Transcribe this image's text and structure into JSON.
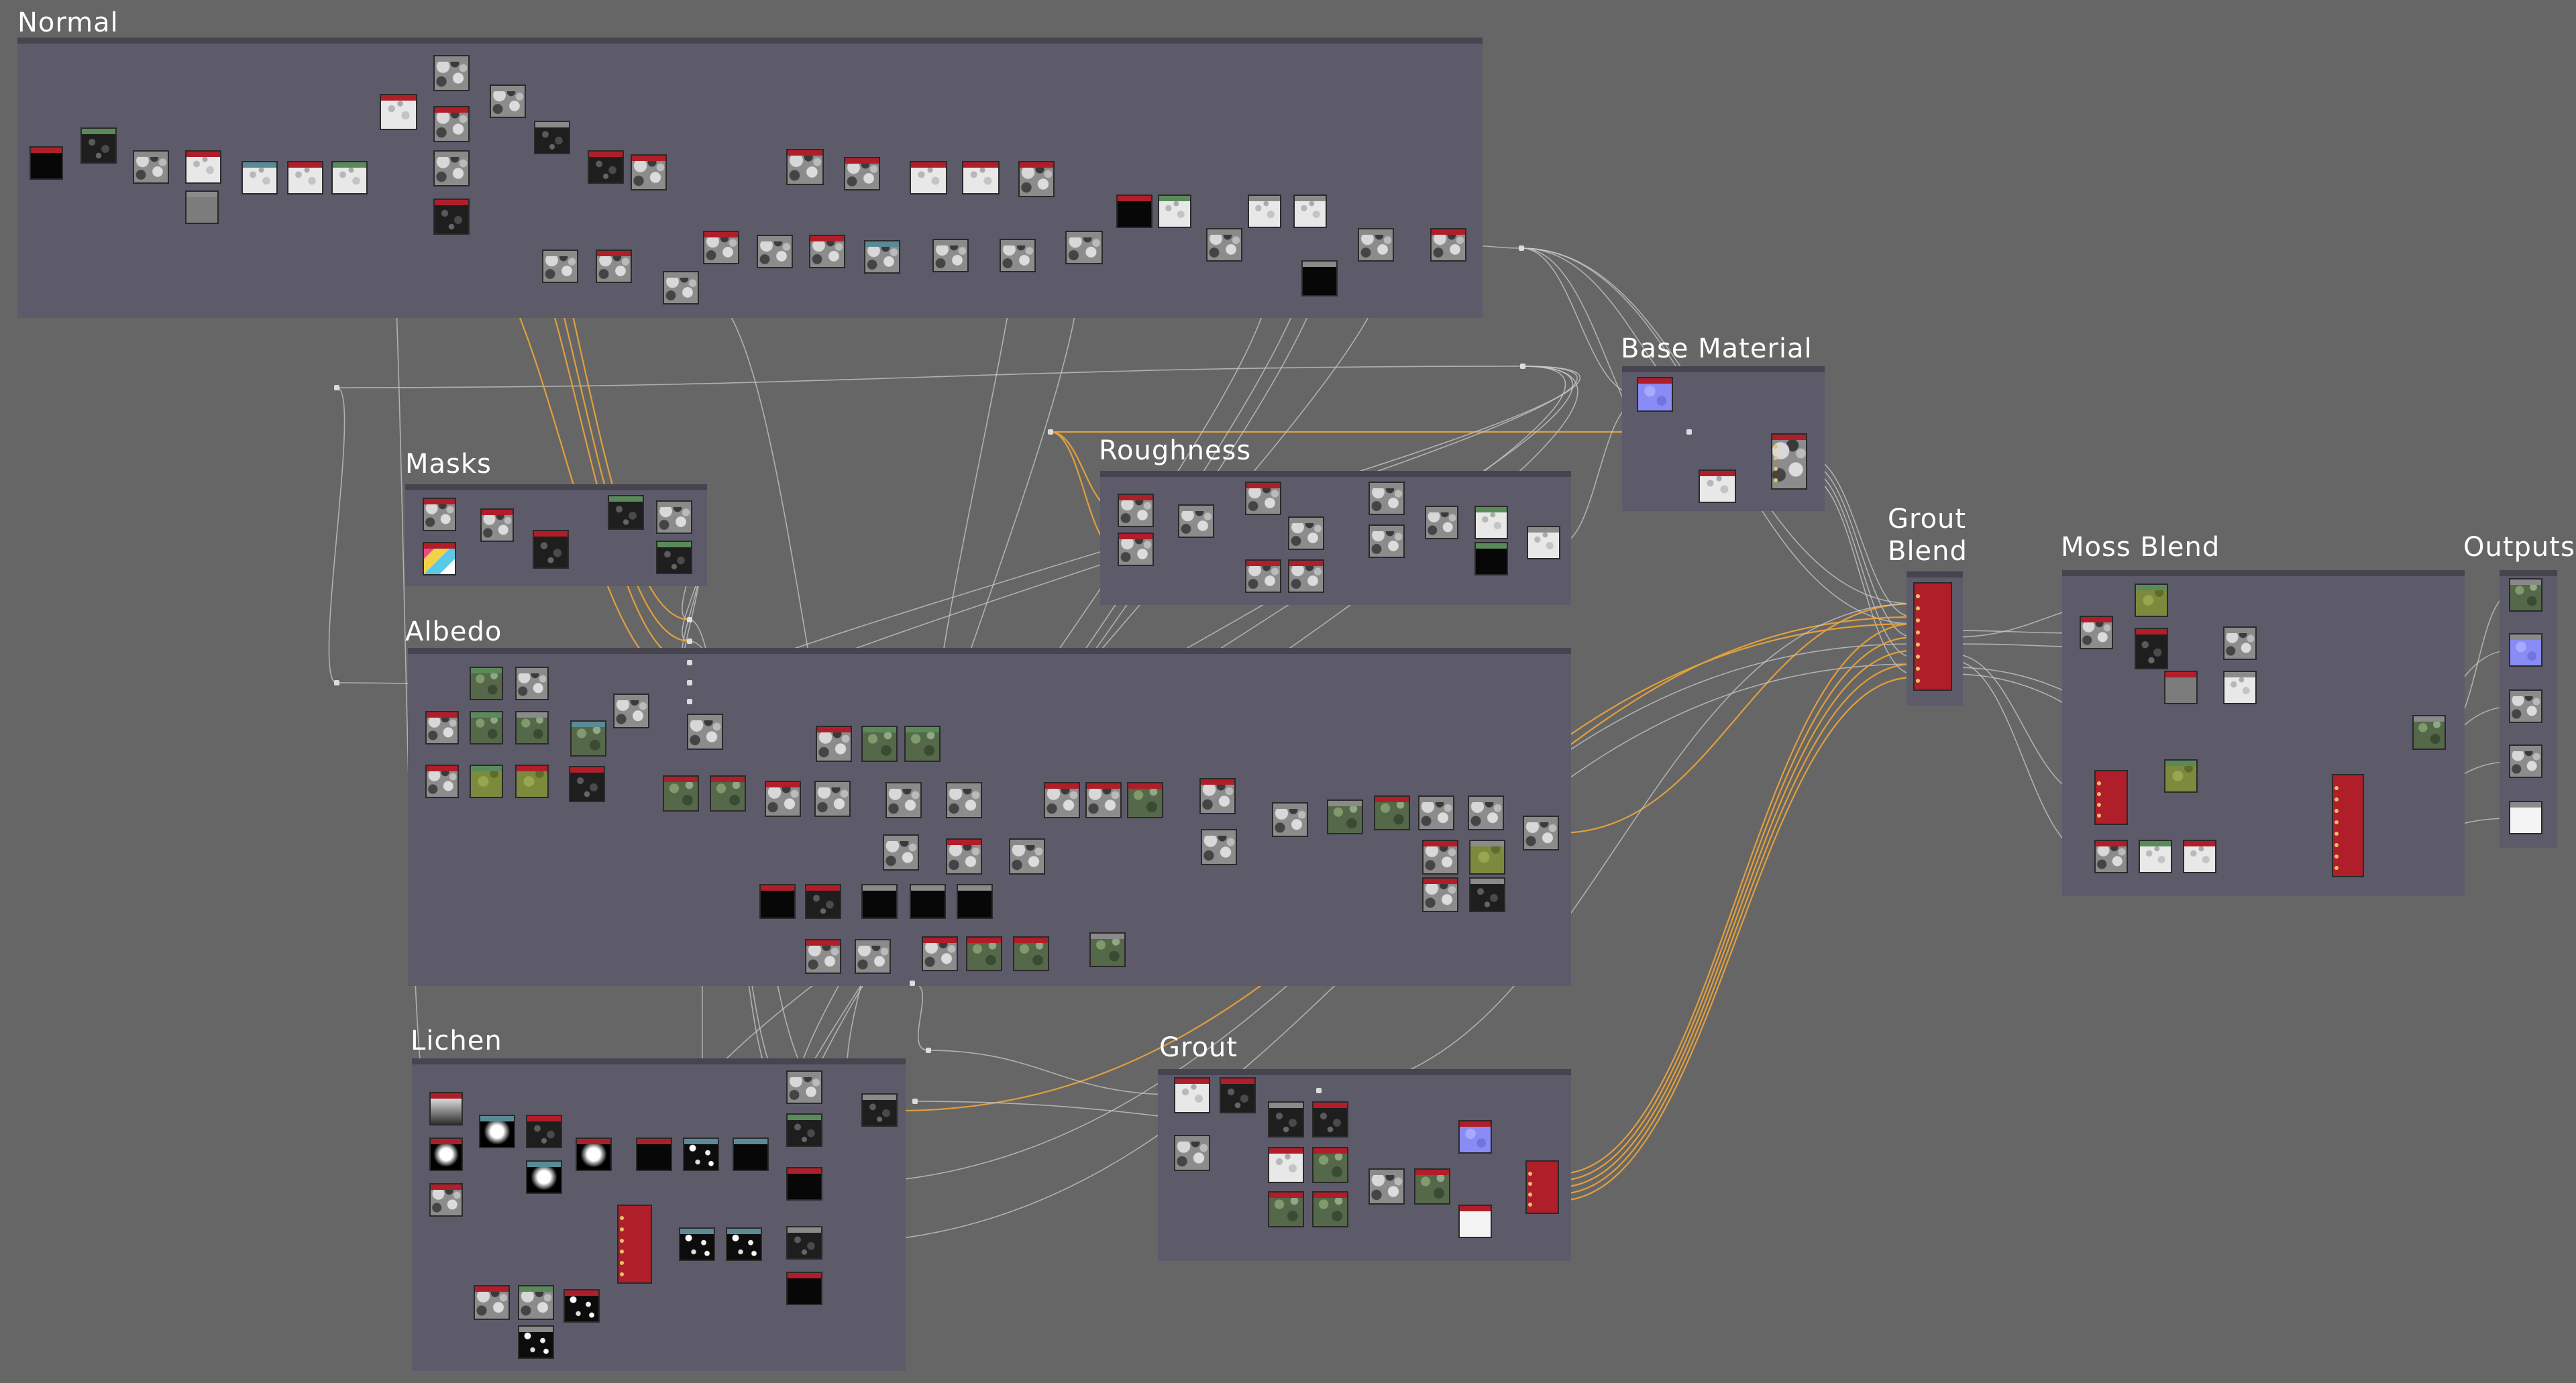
{
  "colors": {
    "background": "#666666",
    "frame_fill": "#5d5b6a",
    "frame_header": "#46444f",
    "wire_default": "#c9c9c9",
    "wire_highlight": "#e8a23c",
    "node_header_red": "#b01e2a"
  },
  "frames": {
    "normal": "Normal",
    "base_material": "Base Material",
    "masks": "Masks",
    "roughness": "Roughness",
    "albedo": "Albedo",
    "grout_blend": "Grout\nBlend",
    "moss_blend": "Moss Blend",
    "outputs": "Outputs",
    "lichen": "Lichen",
    "grout": "Grout"
  }
}
